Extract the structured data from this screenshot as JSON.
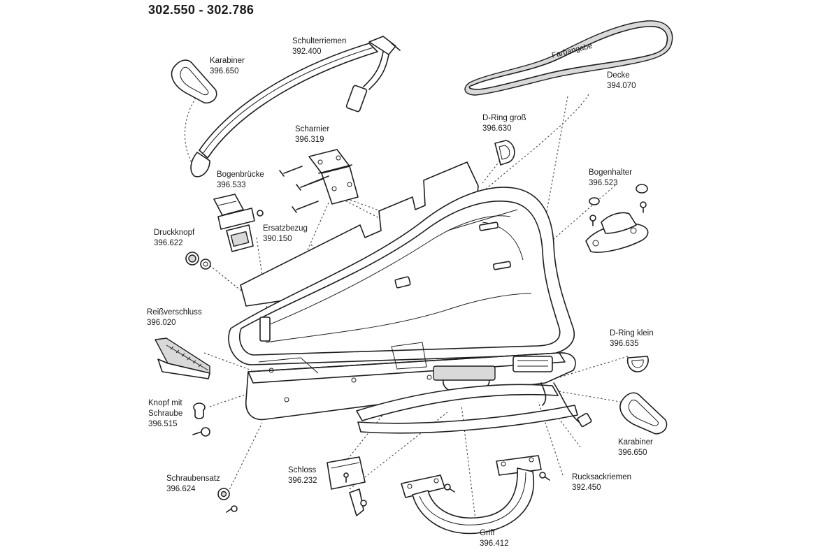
{
  "title": "302.550 - 302.786",
  "color_note": "Farbangabe",
  "parts": {
    "karabiner_top": {
      "name": "Karabiner",
      "number": "396.650"
    },
    "schulterriemen": {
      "name": "Schulterriemen",
      "number": "392.400"
    },
    "decke": {
      "name": "Decke",
      "number": "394.070"
    },
    "d_ring_gross": {
      "name": "D-Ring groß",
      "number": "396.630"
    },
    "scharnier": {
      "name": "Scharnier",
      "number": "396.319"
    },
    "bogenbruecke": {
      "name": "Bogenbrücke",
      "number": "396.533"
    },
    "bogenhalter": {
      "name": "Bogenhalter",
      "number": "396.523"
    },
    "druckknopf": {
      "name": "Druckknopf",
      "number": "396.622"
    },
    "ersatzbezug": {
      "name": "Ersatzbezug",
      "number": "390.150"
    },
    "reissverschluss": {
      "name": "Reißverschluss",
      "number": "396.020"
    },
    "d_ring_klein": {
      "name": "D-Ring klein",
      "number": "396.635"
    },
    "knopf_mit_schraube": {
      "name_line1": "Knopf mit",
      "name_line2": "Schraube",
      "number": "396.515"
    },
    "karabiner_bottom": {
      "name": "Karabiner",
      "number": "396.650"
    },
    "schloss": {
      "name": "Schloss",
      "number": "396.232"
    },
    "schraubensatz": {
      "name": "Schraubensatz",
      "number": "396.624"
    },
    "rucksackriemen": {
      "name": "Rucksackriemen",
      "number": "392.450"
    },
    "griff": {
      "name": "Griff",
      "number": "396.412"
    }
  }
}
